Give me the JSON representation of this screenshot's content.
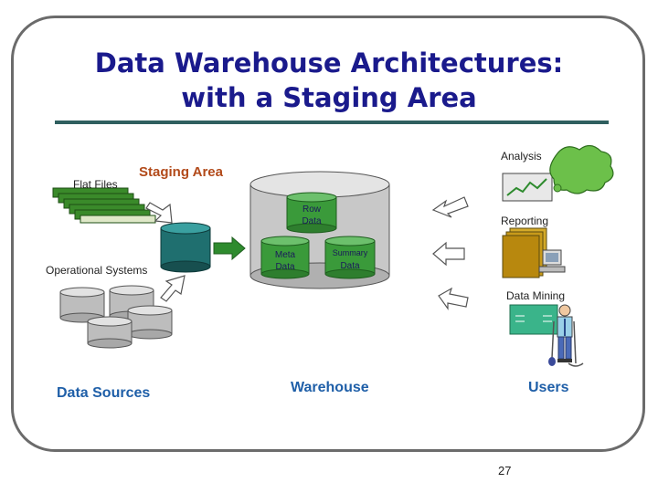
{
  "title_line1": "Data Warehouse Architectures:",
  "title_line2": "with a Staging Area",
  "labels": {
    "flat_files": "Flat Files",
    "staging_area": "Staging Area",
    "operational_systems": "Operational Systems",
    "data_sources": "Data Sources",
    "warehouse": "Warehouse",
    "users": "Users",
    "analysis": "Analysis",
    "reporting": "Reporting",
    "data_mining": "Data Mining",
    "raw_data_1": "Row",
    "raw_data_2": "Data",
    "meta_data_1": "Meta",
    "meta_data_2": "Data",
    "summary_data_1": "Summary",
    "summary_data_2": "Data"
  },
  "page_number": "27",
  "colors": {
    "title": "#1a1a8c",
    "section_label": "#1f5fa8",
    "staging_label": "#b24a1a",
    "warehouse_drum": "#c8c8c8",
    "inner_drum": "#2e8b2e",
    "staging_drum": "#1f6f6f",
    "flat_file": "#3a8a2a",
    "report_sheet": "#c89a1a",
    "cloud": "#6cc04a"
  }
}
